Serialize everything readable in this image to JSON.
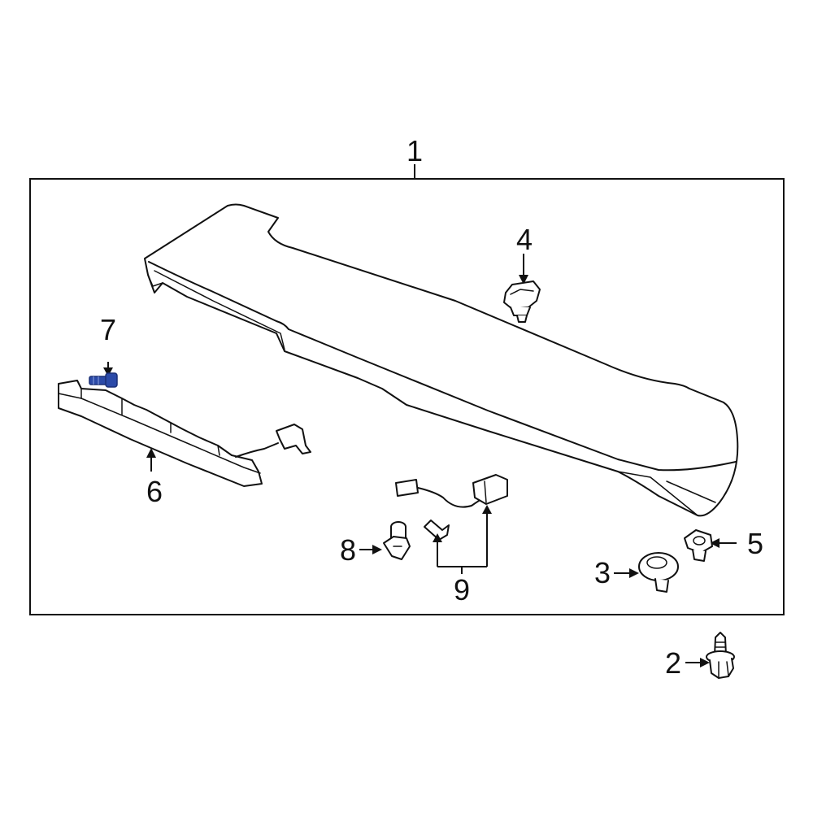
{
  "diagram": {
    "callouts": {
      "c1": "1",
      "c2": "2",
      "c3": "3",
      "c4": "4",
      "c5": "5",
      "c6": "6",
      "c7": "7",
      "c8": "8",
      "c9": "9"
    },
    "colors": {
      "line": "#111111",
      "highlight_part": "#2b4aa8",
      "background": "#ffffff"
    }
  }
}
